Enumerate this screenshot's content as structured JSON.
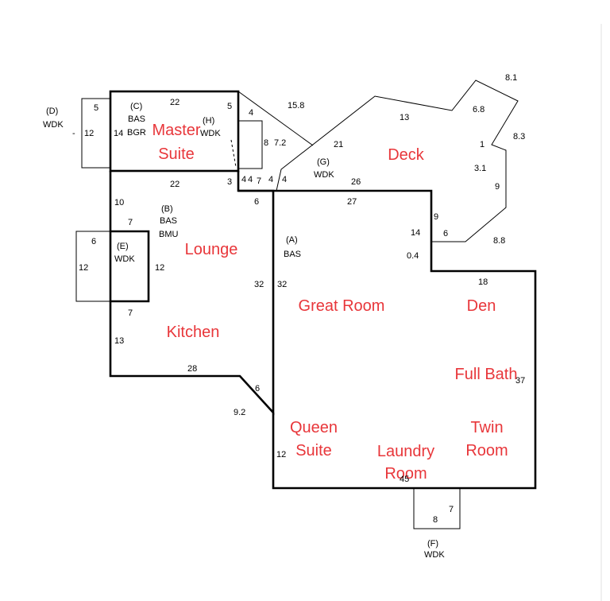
{
  "sections": {
    "A": {
      "id": "(A)",
      "code": "BAS"
    },
    "B": {
      "id": "(B)",
      "code1": "BAS",
      "code2": "BMU"
    },
    "C": {
      "id": "(C)",
      "code1": "BAS",
      "code2": "BGR"
    },
    "D": {
      "id": "(D)",
      "code": "WDK"
    },
    "E": {
      "id": "(E)",
      "code": "WDK"
    },
    "F": {
      "id": "(F)",
      "code": "WDK"
    },
    "G": {
      "id": "(G)",
      "code": "WDK"
    },
    "H": {
      "id": "(H)",
      "code": "WDK"
    }
  },
  "rooms": {
    "master_1": "Master",
    "master_2": "Suite",
    "lounge": "Lounge",
    "kitchen": "Kitchen",
    "great_room": "Great Room",
    "deck": "Deck",
    "den": "Den",
    "full_bath": "Full Bath",
    "twin_1": "Twin",
    "twin_2": "Room",
    "queen_1": "Queen",
    "queen_2": "Suite",
    "laundry_1": "Laundry",
    "laundry_2": "Room"
  },
  "dimensions": {
    "c_top": "22",
    "c_right": "5",
    "c_left": "14",
    "c_bottom": "22",
    "d_top": "5",
    "d_left": "12",
    "h_diag": "15.8",
    "h_top": "4",
    "h_right": "8",
    "h_72": "7.2",
    "h_3": "3",
    "h_4a": "4",
    "h_4b": "4",
    "h_7": "7",
    "h_4c": "4",
    "h_4d": "4",
    "g_21": "21",
    "g_13": "13",
    "g_26": "26",
    "deck_81": "8.1",
    "deck_68": "6.8",
    "deck_83": "8.3",
    "deck_1": "1",
    "deck_31": "3.1",
    "deck_9": "9",
    "deck_88": "8.8",
    "b_10": "10",
    "b_7": "7",
    "b_6": "6",
    "e_6": "6",
    "e_12_left": "12",
    "e_12_right": "12",
    "e_7": "7",
    "b_32": "32",
    "a_32": "32",
    "b_13": "13",
    "b_28": "28",
    "a_27": "27",
    "a_9": "9",
    "a_14": "14",
    "a_6": "6",
    "a_04": "0.4",
    "a_18": "18",
    "a_37": "37",
    "a_6b": "6",
    "a_92": "9.2",
    "a_12": "12",
    "a_45": "45",
    "f_7": "7",
    "f_8": "8"
  }
}
